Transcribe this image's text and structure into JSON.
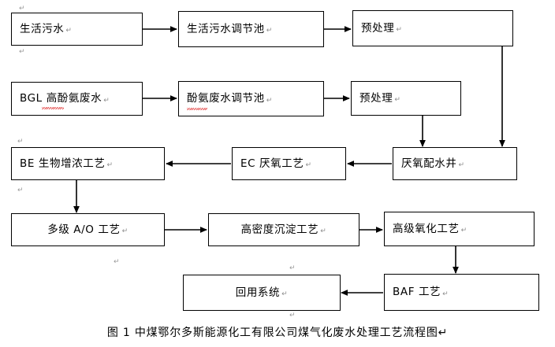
{
  "figure": {
    "caption": "图 1  中煤鄂尔多斯能源化工有限公司煤气化废水处理工艺流程图",
    "caption_mark": "↵",
    "type": "process-flow-diagram",
    "background_color": "#ffffff",
    "line_color": "#000000",
    "spellcheck_underline_color": "#e03030"
  },
  "nodes": {
    "domestic_sewage": {
      "label": "生活污水",
      "mark": "↵"
    },
    "domestic_sewage_tank": {
      "label": "生活污水调节池",
      "mark": "↵"
    },
    "pretreatment_1": {
      "label": "预处理",
      "mark": "↵"
    },
    "bgl_phenol_ammonia_wastewater": {
      "label": "BGL 高酚氨废水",
      "mark": "↵"
    },
    "phenol_ammonia_tank": {
      "label": "酚氨废水调节池",
      "mark": "↵"
    },
    "pretreatment_2": {
      "label": "预处理",
      "mark": "↵"
    },
    "be_bio_enrichment": {
      "label": "BE 生物增浓工艺",
      "mark": "↵"
    },
    "ec_anaerobic": {
      "label": "EC 厌氧工艺",
      "mark": "↵"
    },
    "anaerobic_distribution_well": {
      "label": "厌氧配水井",
      "mark": "↵"
    },
    "multistage_ao": {
      "label": "多级 A/O 工艺",
      "mark": "↵"
    },
    "high_density_sedimentation": {
      "label": "高密度沉淀工艺",
      "mark": "↵"
    },
    "advanced_oxidation": {
      "label": "高级氧化工艺",
      "mark": "↵"
    },
    "baf_process": {
      "label": "BAF 工艺",
      "mark": "↵"
    },
    "reuse_system": {
      "label": "回用系统",
      "mark": "↵"
    }
  },
  "stray_marks": {
    "m1": "↵",
    "m2": "↵",
    "m3": "↵",
    "m4": "↵",
    "m5": "↵",
    "m6": "↵",
    "m7": "↵"
  },
  "flow": {
    "edges": [
      {
        "from": "domestic_sewage",
        "to": "domestic_sewage_tank",
        "direction": "right"
      },
      {
        "from": "domestic_sewage_tank",
        "to": "pretreatment_1",
        "direction": "right"
      },
      {
        "from": "bgl_phenol_ammonia_wastewater",
        "to": "phenol_ammonia_tank",
        "direction": "right"
      },
      {
        "from": "phenol_ammonia_tank",
        "to": "pretreatment_2",
        "direction": "right"
      },
      {
        "from": "pretreatment_1",
        "to": "anaerobic_distribution_well",
        "direction": "down"
      },
      {
        "from": "pretreatment_2",
        "to": "anaerobic_distribution_well",
        "direction": "down"
      },
      {
        "from": "anaerobic_distribution_well",
        "to": "ec_anaerobic",
        "direction": "left"
      },
      {
        "from": "ec_anaerobic",
        "to": "be_bio_enrichment",
        "direction": "left"
      },
      {
        "from": "be_bio_enrichment",
        "to": "multistage_ao",
        "direction": "down"
      },
      {
        "from": "multistage_ao",
        "to": "high_density_sedimentation",
        "direction": "right"
      },
      {
        "from": "high_density_sedimentation",
        "to": "advanced_oxidation",
        "direction": "right"
      },
      {
        "from": "advanced_oxidation",
        "to": "baf_process",
        "direction": "down"
      },
      {
        "from": "baf_process",
        "to": "reuse_system",
        "direction": "left"
      }
    ]
  }
}
